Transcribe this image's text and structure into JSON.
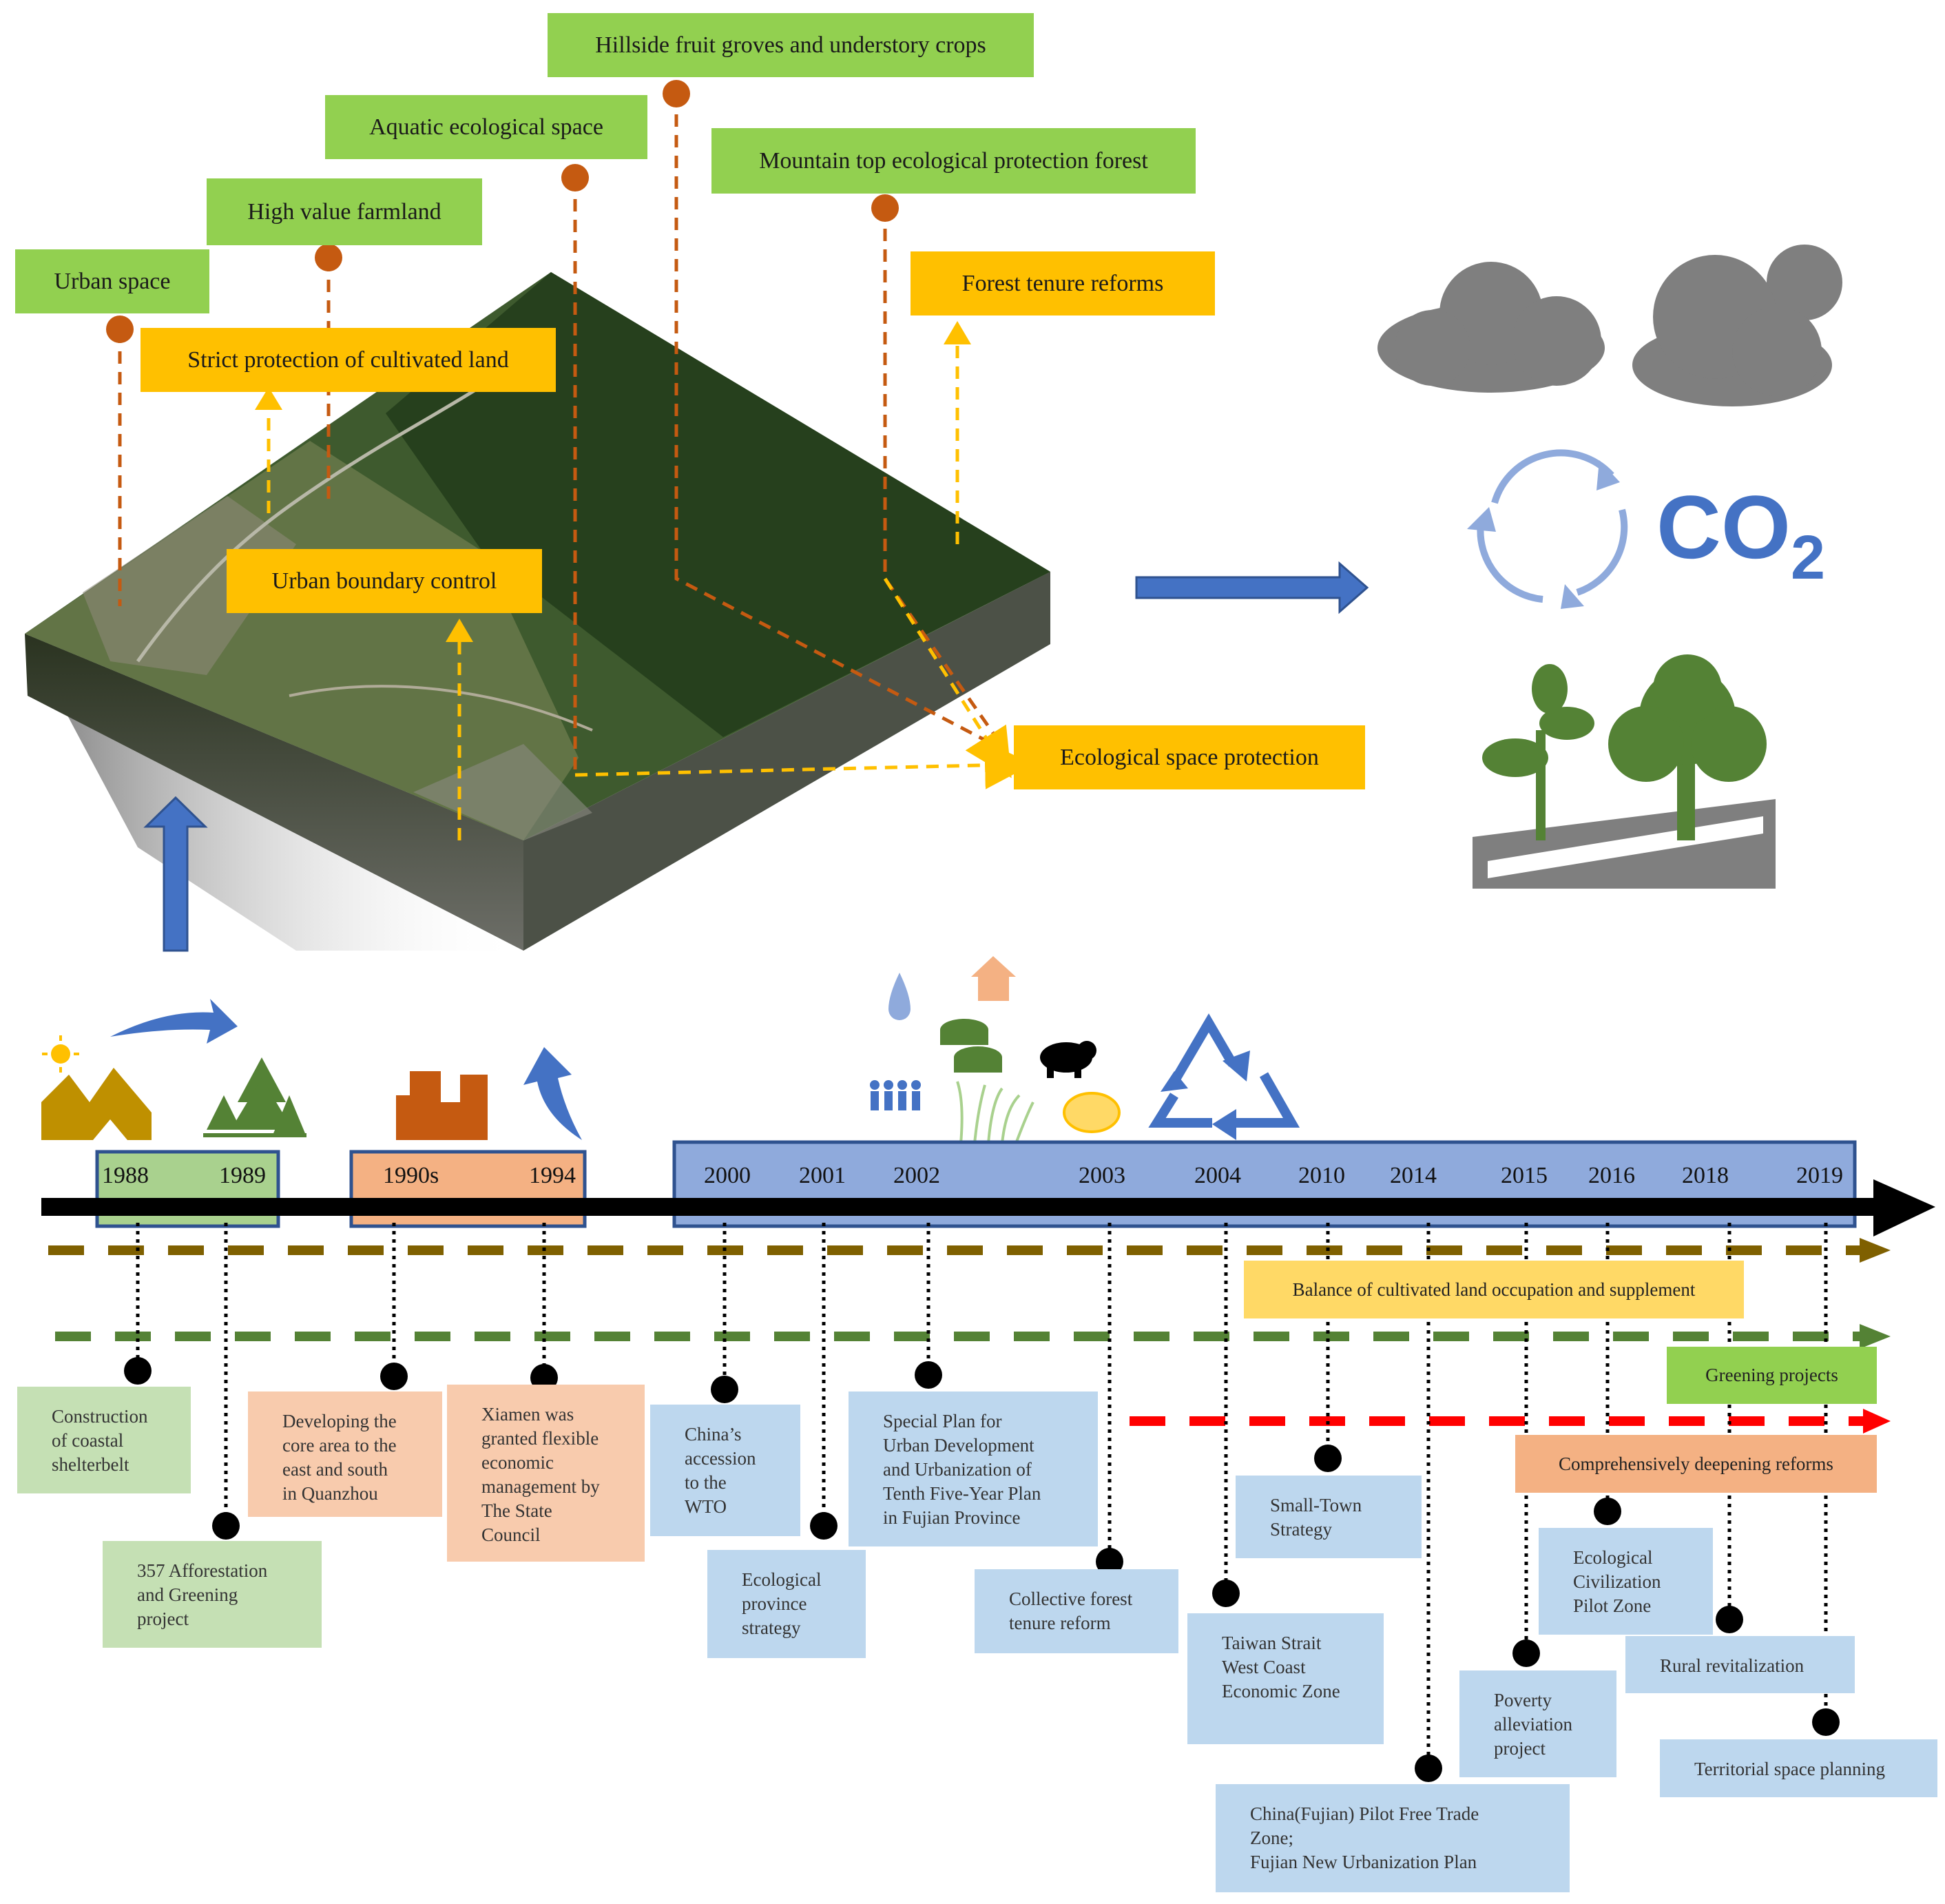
{
  "zones": [
    {
      "label": "Urban space"
    },
    {
      "label": "High value farmland"
    },
    {
      "label": "Aquatic ecological space"
    },
    {
      "label": "Hillside fruit groves and understory crops"
    },
    {
      "label": "Mountain top ecological protection forest"
    }
  ],
  "policies": [
    {
      "label": "Strict protection of cultivated land"
    },
    {
      "label": "Urban boundary control"
    },
    {
      "label": "Forest tenure reforms"
    },
    {
      "label": "Ecological space protection"
    }
  ],
  "carbon": {
    "co2_text": "CO",
    "co2_sub": "2"
  },
  "colors": {
    "zone_green": "#92d050",
    "policy_yellow": "#ffc000",
    "arrow_blue": "#4472c4",
    "leader_orange": "#c55a11",
    "era1_green": "#a9d18e",
    "era2_orange": "#f4b183",
    "era3_blue": "#8faadc",
    "line_brown": "#7f6000",
    "line_green": "#548235",
    "line_red": "#ff0000"
  },
  "timeline": {
    "years": [
      "1988",
      "1989",
      "1990s",
      "1994",
      "2000",
      "2001",
      "2002",
      "2003",
      "2004",
      "2010",
      "2014",
      "2015",
      "2016",
      "2018",
      "2019"
    ],
    "bands": [
      {
        "label": "Balance of cultivated land occupation and supplement"
      },
      {
        "label": "Greening projects"
      },
      {
        "label": "Comprehensively deepening reforms"
      }
    ],
    "events": [
      {
        "text": "Construction\nof coastal\nshelterbelt"
      },
      {
        "text": "357 Afforestation\nand Greening\nproject"
      },
      {
        "text": "Developing the\ncore area to the\neast and south\nin Quanzhou"
      },
      {
        "text": "Xiamen was\ngranted flexible\neconomic\nmanagement by\nThe State\nCouncil"
      },
      {
        "text": "China’s\naccession\nto the\nWTO"
      },
      {
        "text": "Ecological\nprovince\nstrategy"
      },
      {
        "text": "Special Plan for\nUrban Development\nand Urbanization of\nTenth Five-Year Plan\nin Fujian Province"
      },
      {
        "text": "Collective forest\ntenure reform"
      },
      {
        "text": "Taiwan Strait\nWest Coast\nEconomic Zone"
      },
      {
        "text": "Small-Town\nStrategy"
      },
      {
        "text": "China(Fujian) Pilot Free Trade\nZone;\nFujian New Urbanization Plan"
      },
      {
        "text": "Poverty\nalleviation\nproject"
      },
      {
        "text": "Ecological\nCivilization\nPilot Zone"
      },
      {
        "text": "Rural revitalization"
      },
      {
        "text": "Territorial space planning"
      }
    ]
  }
}
